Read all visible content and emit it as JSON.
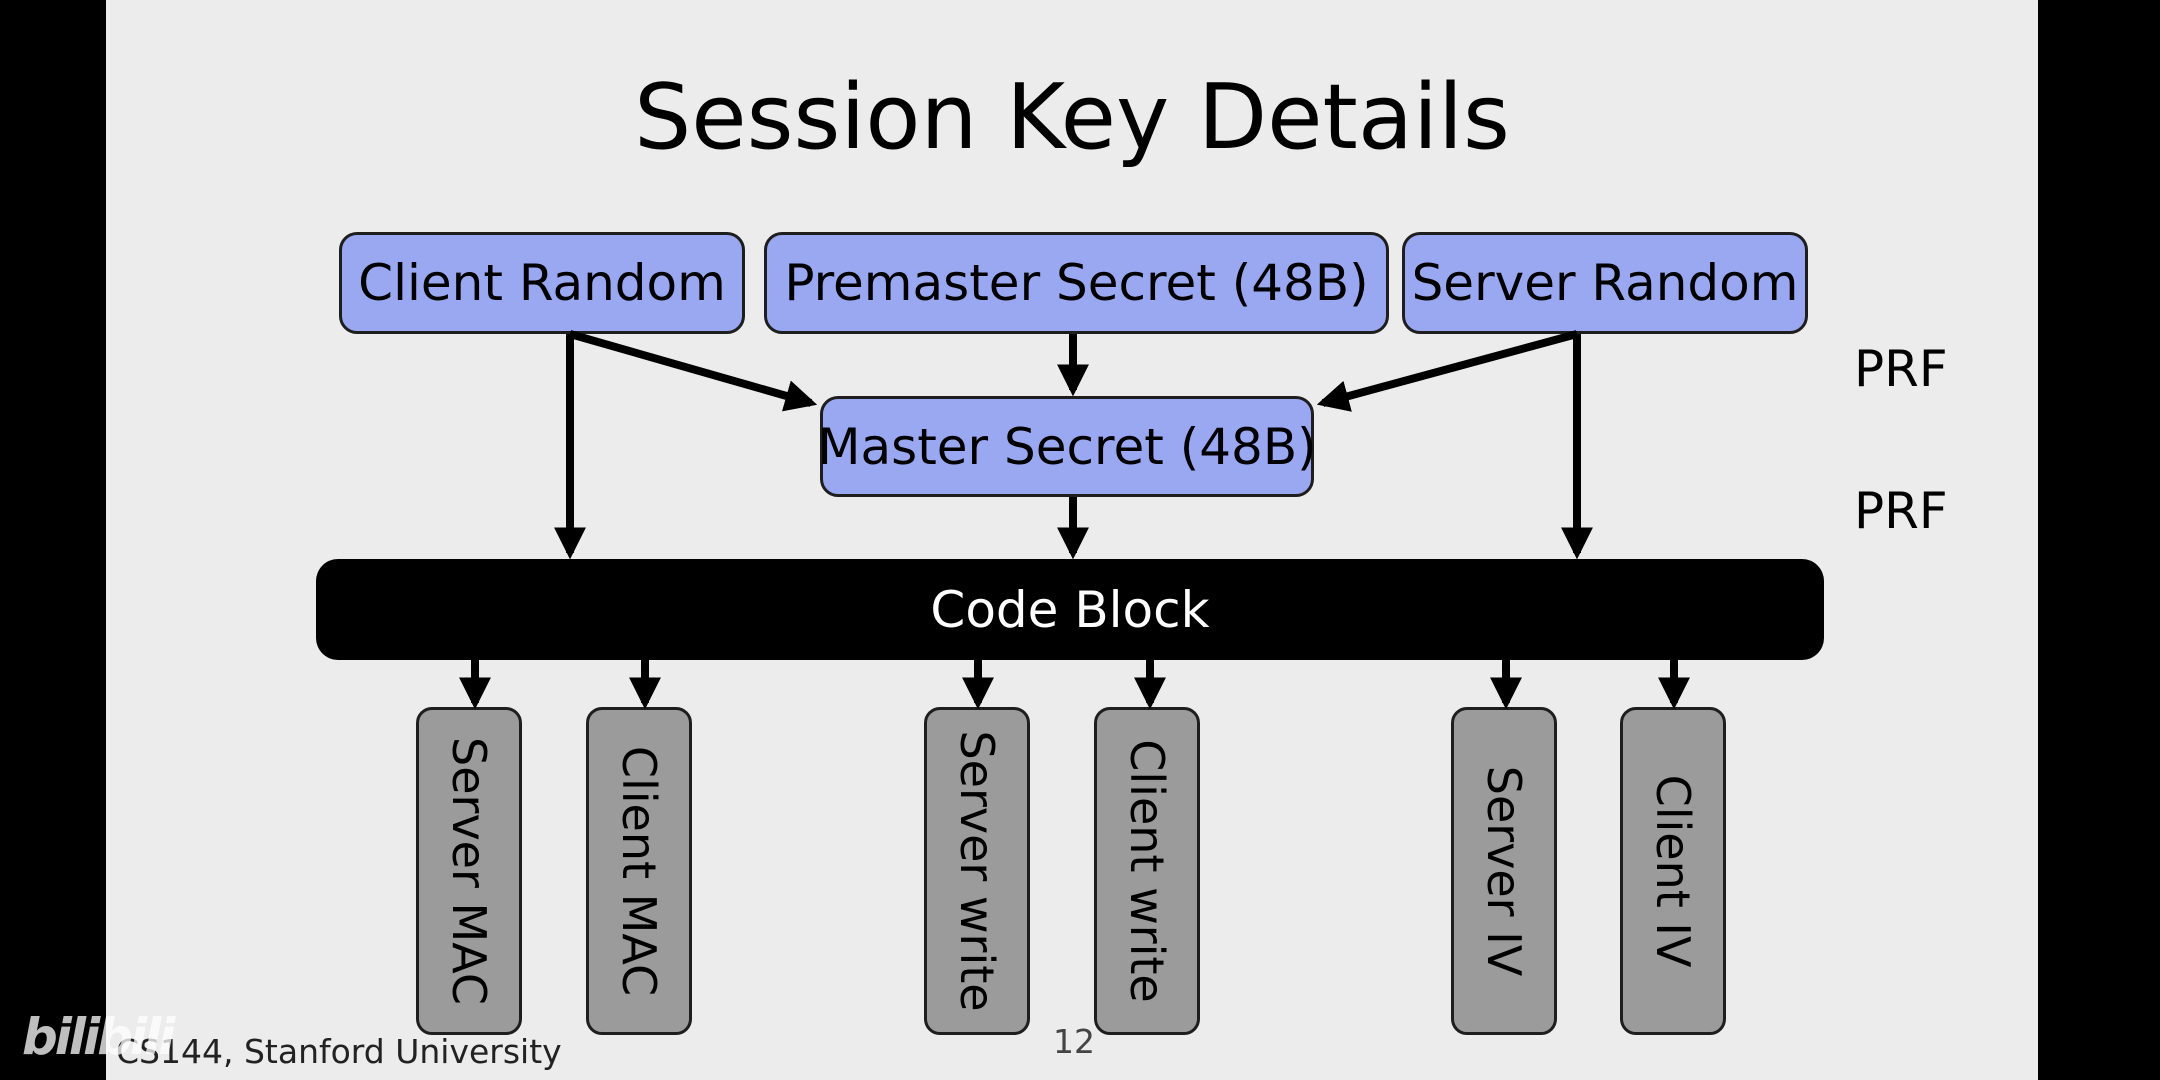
{
  "slide": {
    "title": "Session Key Details",
    "inputs": [
      {
        "label": "Client Random"
      },
      {
        "label": "Premaster Secret (48B)"
      },
      {
        "label": "Server Random"
      }
    ],
    "master": {
      "label": "Master Secret (48B)"
    },
    "prf_labels": [
      "PRF",
      "PRF"
    ],
    "code_block": {
      "label": "Code Block"
    },
    "outputs": [
      {
        "label": "Server MAC"
      },
      {
        "label": "Client MAC"
      },
      {
        "label": "Server write"
      },
      {
        "label": "Client write"
      },
      {
        "label": "Server IV"
      },
      {
        "label": "Client IV"
      }
    ],
    "footer": "CS144, Stanford University",
    "page_number": "12"
  },
  "watermark": "bilibili",
  "colors": {
    "key_box": "#9aa8f2",
    "output_box": "#9b9b9b",
    "code_block": "#000000",
    "slide_bg": "#ececec"
  }
}
